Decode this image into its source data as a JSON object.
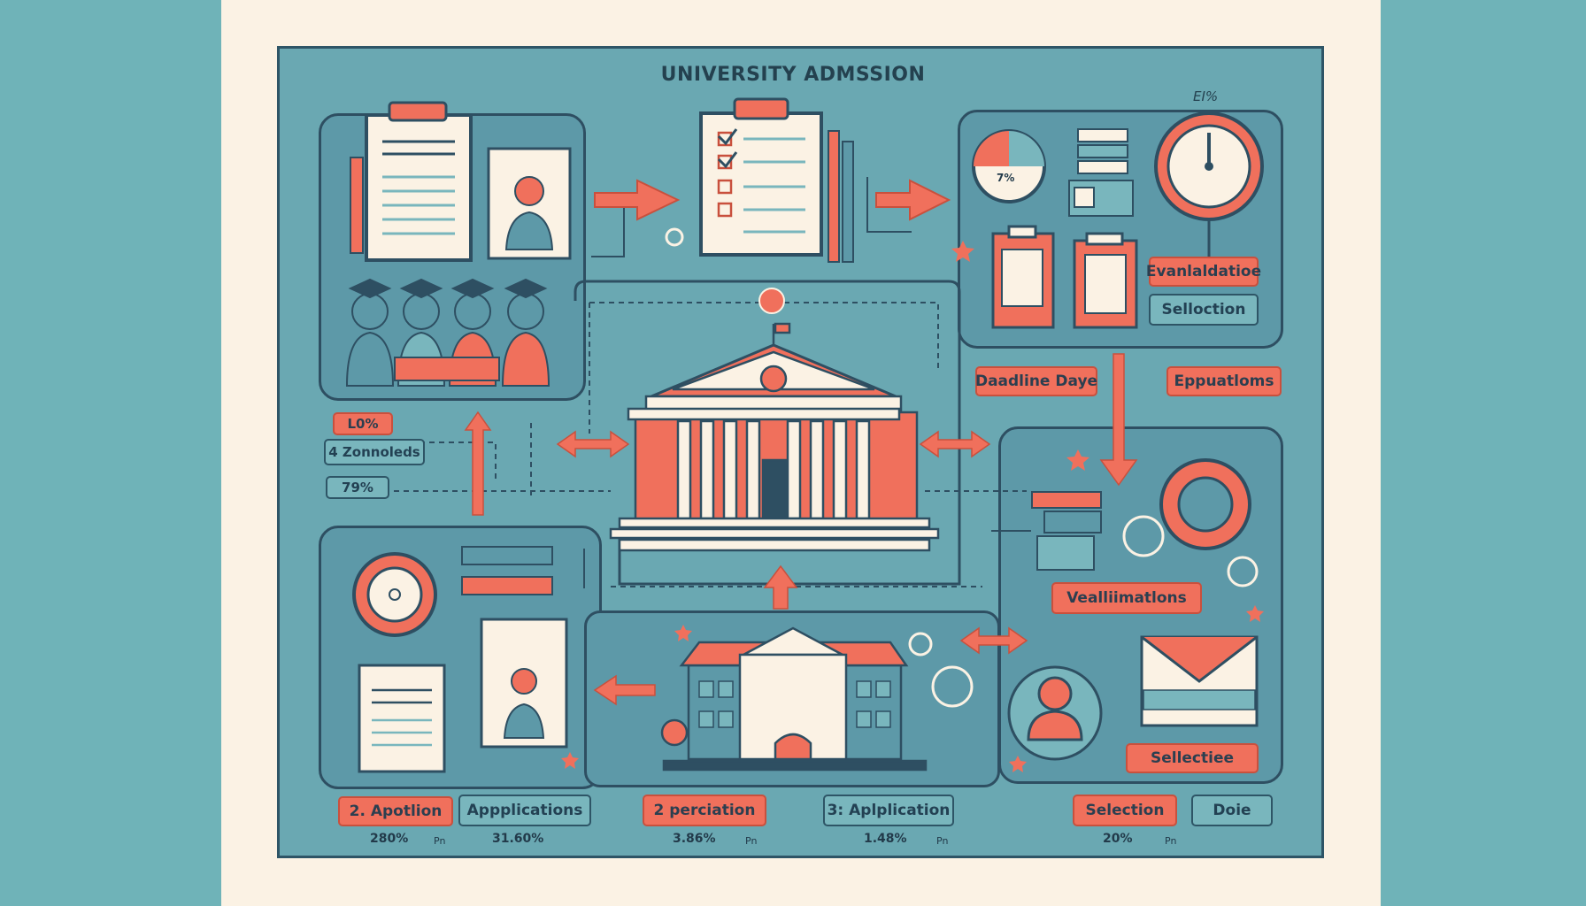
{
  "title": "UNIVERSITY ADMSSION",
  "corner_mark": "EI%",
  "colors": {
    "accent": "#f0705c",
    "dark": "#2e4f62",
    "panel": "#5d99a8",
    "paper": "#fbf2e4",
    "bg": "#6fb3b8"
  },
  "top_right": {
    "gauge_label": "7%",
    "tag_evaluation": "Evanlaldatioe",
    "tag_selection": "Selloction"
  },
  "middle": {
    "deadline": "Daadline Daye",
    "eppuations": "Eppuatloms"
  },
  "left_stats": {
    "top": "L0%",
    "middle": "4 Zonnoleds",
    "bottom": "79%"
  },
  "bottom_right": {
    "validations": "Vealliimatlons",
    "selection": "Sellectiee"
  },
  "bottom_bar": [
    {
      "label": "2. Apotlion",
      "style": "red",
      "pct": "280%",
      "unit": "Pn"
    },
    {
      "label": "Appplications",
      "style": "teal",
      "pct": "31.60%",
      "unit": ""
    },
    {
      "label": "2 perciation",
      "style": "red",
      "pct": "3.86%",
      "unit": "Pn"
    },
    {
      "label": "3: Aplplication",
      "style": "teal",
      "pct": "1.48%",
      "unit": "Pn"
    },
    {
      "label": "Selection",
      "style": "red",
      "pct": "20%",
      "unit": "Pn"
    },
    {
      "label": "Doie",
      "style": "teal",
      "pct": "",
      "unit": ""
    }
  ]
}
